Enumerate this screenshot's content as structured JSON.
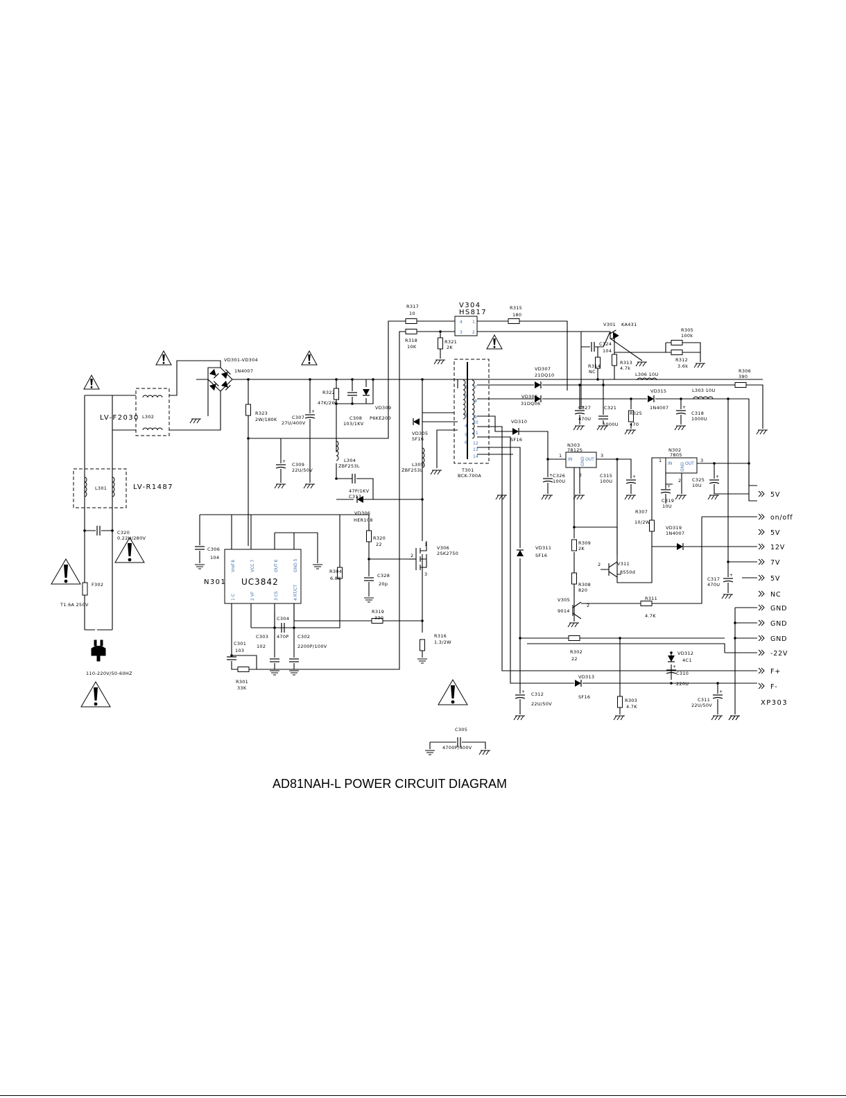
{
  "diagram": {
    "title": "AD81NAH-L POWER CIRCUIT DIAGRAM",
    "connector": "XP303",
    "output_terminals": [
      "5V",
      "on/off",
      "5V",
      "12V",
      "7V",
      "5V",
      "NC",
      "GND",
      "GND",
      "GND",
      "-22V",
      "F+",
      "F-"
    ],
    "input": {
      "mains": "110-220V/50-60HZ",
      "fuse": [
        "F302",
        "T1.6A 250V"
      ],
      "filter1": [
        "L301",
        "LV-R1487"
      ],
      "filter2": [
        "L302",
        "LV-F2030"
      ],
      "cap_x": [
        "C320",
        "0.22U/280V"
      ],
      "bridge": [
        "VD301-VD304",
        "1N4007"
      ]
    },
    "controller": {
      "ref": "N301",
      "part": "UC3842",
      "pins_top": [
        "Vref 8",
        "VCC 7",
        "OUT 6",
        "GND 5"
      ],
      "pins_bottom": [
        "1 C",
        "2 VF",
        "3 CS",
        "4 RT/CT"
      ]
    },
    "transformer": [
      "T301",
      "BCK-700A"
    ],
    "optocoupler": [
      "V304",
      "HS817"
    ],
    "regulators": [
      [
        "N303",
        "7812S"
      ],
      [
        "N302",
        "7805"
      ]
    ],
    "reg_pins": [
      "IN",
      "GND",
      "OUT",
      "1",
      "2",
      "3"
    ],
    "labels": {
      "r317": [
        "R317",
        "10"
      ],
      "r318": [
        "R318",
        "10K"
      ],
      "r321": [
        "R321",
        "2K"
      ],
      "r315": [
        "R315",
        "180"
      ],
      "v301": [
        "V301",
        "KA431"
      ],
      "r305": [
        "R305",
        "100k"
      ],
      "c324": [
        "C324",
        "104"
      ],
      "r314": [
        "R314",
        "NC"
      ],
      "r313": [
        "R313",
        "4.7k"
      ],
      "r312": [
        "R312",
        "3.6k"
      ],
      "r306": [
        "R306",
        "390"
      ],
      "vd307": [
        "VD307",
        "21DQ10"
      ],
      "vd308": [
        "VD308",
        "31DQ06"
      ],
      "l306": [
        "L306 10U"
      ],
      "l303": [
        "L303 10U"
      ],
      "vd315": [
        "VD315",
        "1N4007"
      ],
      "c327": [
        "C327",
        "470U"
      ],
      "c321": [
        "C321",
        "1000U"
      ],
      "r325": [
        "R325",
        "470"
      ],
      "c318": [
        "C318",
        "1000U"
      ],
      "vd310": [
        "VD310",
        "SF16"
      ],
      "c326": [
        "C326",
        "100U"
      ],
      "c315": [
        "C315",
        "100U"
      ],
      "c325": [
        "C325",
        "10U"
      ],
      "c319": [
        "C319",
        "10U"
      ],
      "r307": [
        "R307",
        "10/2W"
      ],
      "vd319": [
        "VD319",
        "1N4007"
      ],
      "r322": [
        "R322",
        "47K/2W"
      ],
      "c308": [
        "C308",
        "103/1KV"
      ],
      "vd309": [
        "VD309",
        "P6KE200"
      ],
      "r323": [
        "R323",
        "2W/180K"
      ],
      "c307": [
        "C307",
        "27U/400V"
      ],
      "vd305": [
        "VD305",
        "SF16"
      ],
      "c309": [
        "C309",
        "22U/50V"
      ],
      "l304": [
        "L304",
        "ZBF253L"
      ],
      "l305": [
        "L305",
        "ZBF253L"
      ],
      "c313": [
        "47P/1KV",
        "C313"
      ],
      "vd306": [
        "VD306",
        "HER108"
      ],
      "c306": [
        "C306",
        "104"
      ],
      "r320": [
        "R320",
        "22"
      ],
      "v306": [
        "V306",
        "2SK2750"
      ],
      "r304": [
        "R304",
        "6.8K"
      ],
      "c328": [
        "C328",
        "20p"
      ],
      "r319": [
        "R319",
        "330"
      ],
      "r316": [
        "R316",
        "1.3/2W"
      ],
      "c304": [
        "C304",
        "470P"
      ],
      "c303": [
        "C303",
        "102"
      ],
      "c302": [
        "C302",
        "2200P/100V"
      ],
      "c301": [
        "C301",
        "103"
      ],
      "r301": [
        "R301",
        "33K"
      ],
      "vd311": [
        "VD311",
        "SF16"
      ],
      "r309": [
        "R309",
        "2K"
      ],
      "v311": [
        "V311",
        "8550d"
      ],
      "r308": [
        "R308",
        "820"
      ],
      "v305": [
        "V305",
        "9014"
      ],
      "r311": [
        "R311",
        "4.7K"
      ],
      "c317": [
        "C317",
        "470U"
      ],
      "r302": [
        "R302",
        "22"
      ],
      "vd312": [
        "VD312",
        "4C1"
      ],
      "c310": [
        "C310",
        "220U"
      ],
      "vd313": [
        "VD313",
        "SF16"
      ],
      "c312": [
        "C312",
        "22U/50V"
      ],
      "r303": [
        "R303",
        "4.7K"
      ],
      "c311": [
        "C311",
        "22U/50V"
      ],
      "c305": [
        "C305",
        "4700P/400V"
      ]
    },
    "transformer_pins": [
      "1",
      "2",
      "3",
      "4",
      "5",
      "6",
      "7",
      "8",
      "9",
      "10",
      "11",
      "12",
      "13",
      "14"
    ],
    "opto_pins": [
      "4",
      "1",
      "3",
      "2"
    ],
    "transistor_pins": [
      "1",
      "2",
      "3"
    ]
  }
}
